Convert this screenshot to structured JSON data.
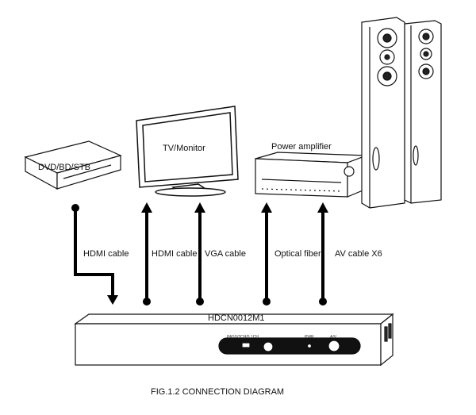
{
  "devices": {
    "source": "DVD/BD/STB",
    "tv": "TV/Monitor",
    "amplifier": "Power amplifier",
    "unit": "HDCN0012M1"
  },
  "cables": [
    "HDMI cable",
    "HDMI cable",
    "VGA cable",
    "Optical fiber",
    "AV cable X6"
  ],
  "panel": {
    "mode_label": "PASS/2CH/5.1CH",
    "power_label": "PWR",
    "av_label": "A/V"
  },
  "caption": "FIG.1.2 CONNECTION DIAGRAM"
}
